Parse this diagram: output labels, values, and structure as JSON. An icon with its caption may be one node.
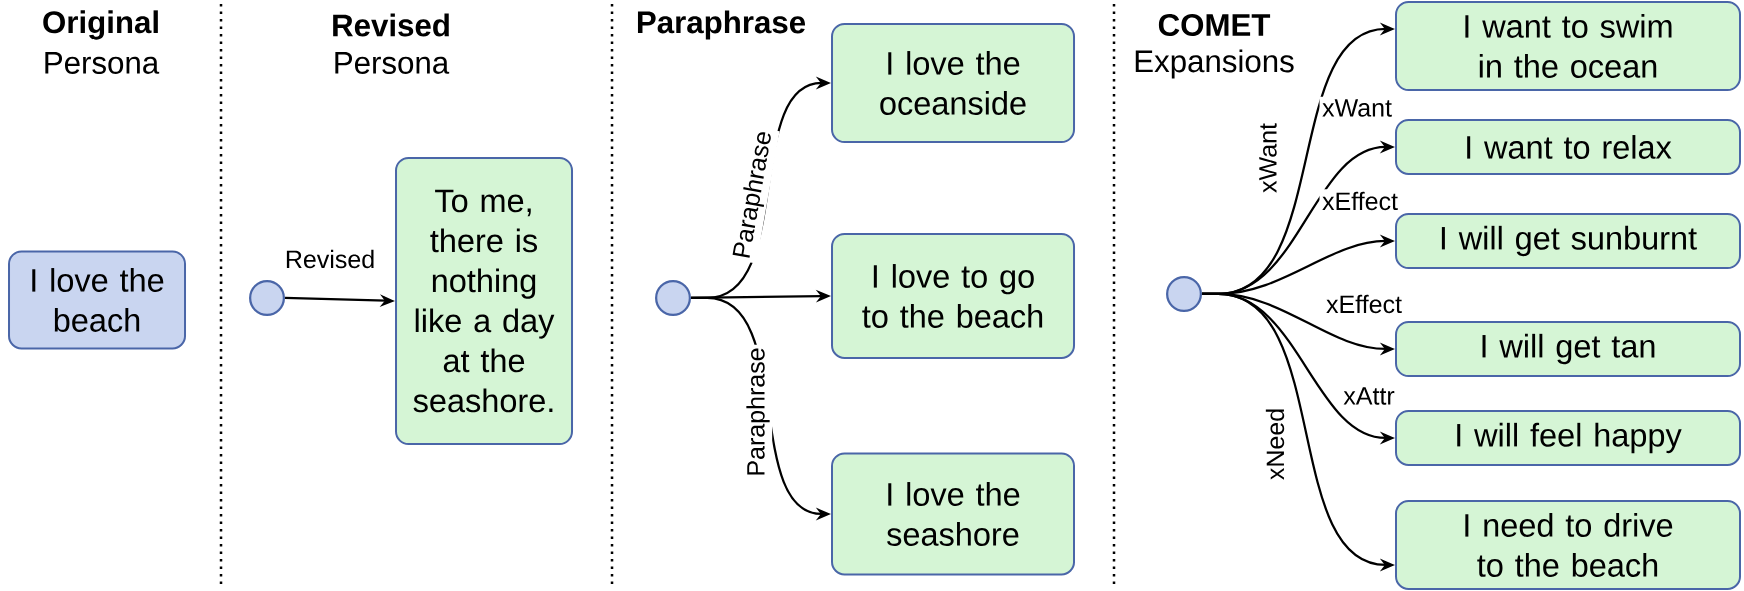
{
  "diagram": {
    "nodes": [
      {
        "text": [
          "I love the beach"
        ]
      },
      {
        "text": [],
        "shape": "circle"
      },
      {
        "text": [
          "To me, there is nothing like a day at the seashore."
        ]
      },
      {
        "text": [],
        "shape": "circle"
      },
      {
        "text": [
          "I love the oceanside"
        ]
      },
      {
        "text": [
          "I love to go to the beach"
        ]
      },
      {
        "text": [
          "I love the seashore"
        ]
      },
      {
        "text": [],
        "shape": "circle"
      },
      {
        "text": [
          "I want to swim in the ocean"
        ]
      },
      {
        "text": [
          "I want to relax"
        ]
      },
      {
        "text": [
          "I will get sunburnt"
        ]
      },
      {
        "text": [
          "I will get tan"
        ]
      },
      {
        "text": [
          "I will feel happy"
        ]
      },
      {
        "text": [
          "I need to drive to the beach"
        ]
      }
    ],
    "edges": [
      {
        "from": 1,
        "to": 2,
        "arrow": "to",
        "label": "Revised"
      },
      {
        "from": 3,
        "to": 4,
        "arrow": "to",
        "label": "Paraphrase"
      },
      {
        "from": 3,
        "to": 5,
        "arrow": "to"
      },
      {
        "from": 3,
        "to": 6,
        "arrow": "to",
        "label": "Paraphrase"
      },
      {
        "from": 7,
        "to": 8,
        "arrow": "to",
        "label": "xWant"
      },
      {
        "from": 7,
        "to": 9,
        "arrow": "to",
        "label": "xWant"
      },
      {
        "from": 7,
        "to": 10,
        "arrow": "to",
        "label": "xEffect"
      },
      {
        "from": 7,
        "to": 11,
        "arrow": "to",
        "label": "xEffect"
      },
      {
        "from": 7,
        "to": 12,
        "arrow": "to",
        "label": "xAttr"
      },
      {
        "from": 7,
        "to": 13,
        "arrow": "to",
        "label": "xNeed"
      }
    ],
    "labels": [
      "Original",
      "Persona",
      "Revised",
      "Persona",
      "Paraphrase",
      "COMET",
      "Expansions"
    ]
  }
}
